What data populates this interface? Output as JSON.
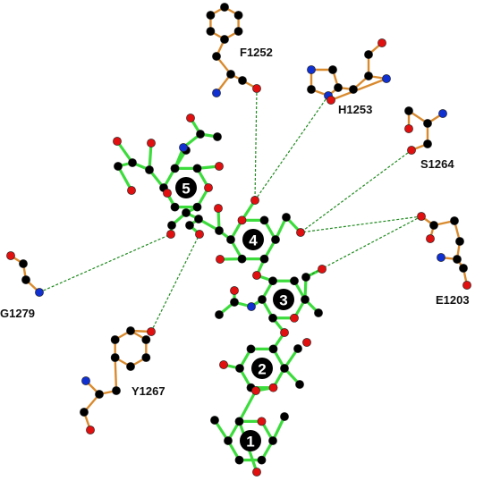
{
  "colors": {
    "background": "#ffffff",
    "ligand_bond": "#3ddc3d",
    "residue_bond": "#d98a2e",
    "hbond": "#1f8a1f",
    "carbon": "#000000",
    "oxygen": "#e01010",
    "nitrogen": "#1030d0"
  },
  "residues": [
    {
      "id": "F1252",
      "label": "F1252"
    },
    {
      "id": "H1253",
      "label": "H1253"
    },
    {
      "id": "S1264",
      "label": "S1264"
    },
    {
      "id": "E1203",
      "label": "E1203"
    },
    {
      "id": "G1279",
      "label": "G1279"
    },
    {
      "id": "Y1267",
      "label": "Y1267"
    }
  ],
  "sugar_rings": [
    {
      "id": "ring-1",
      "number": "1"
    },
    {
      "id": "ring-2",
      "number": "2"
    },
    {
      "id": "ring-3",
      "number": "3"
    },
    {
      "id": "ring-4",
      "number": "4"
    },
    {
      "id": "ring-5",
      "number": "5"
    }
  ]
}
